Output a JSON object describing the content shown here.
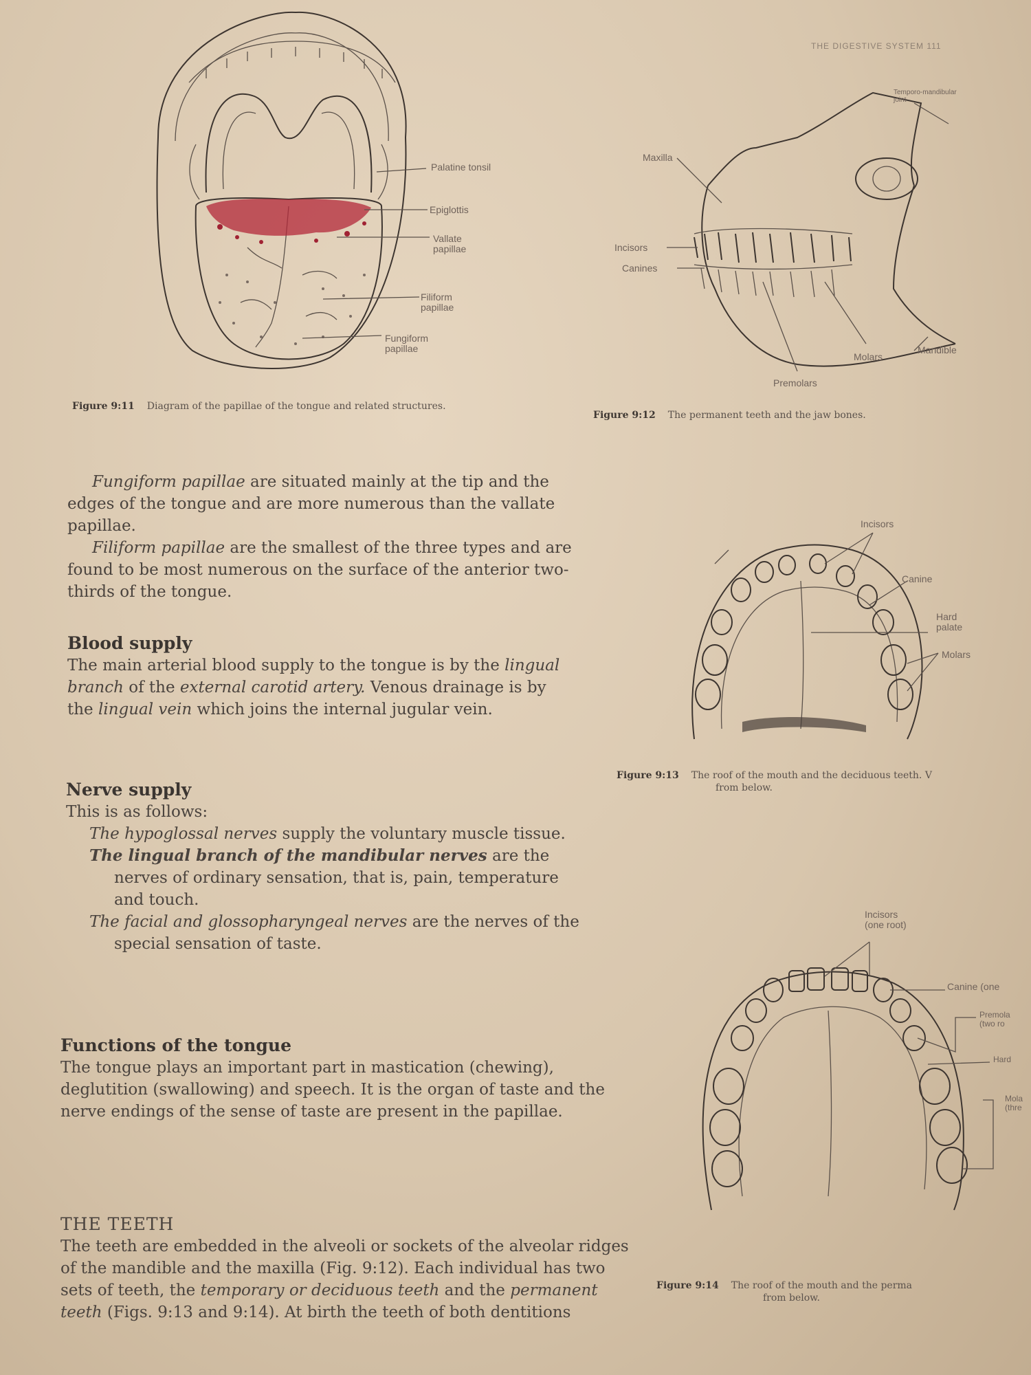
{
  "running_head": "THE DIGESTIVE SYSTEM 111",
  "fig911": {
    "labels": {
      "palatine_tonsil": "Palatine tonsil",
      "epiglottis": "Epiglottis",
      "vallate_papillae": "Vallate papillae",
      "filiform_papillae": "Filiform papillae",
      "fungiform_papillae": "Fungiform papillae"
    },
    "number": "Figure 9:11",
    "caption": "Diagram of the papillae of the tongue and related structures."
  },
  "fig912": {
    "labels": {
      "temporo_mandibular_joint": "Temporo-mandibular joint",
      "maxilla": "Maxilla",
      "incisors": "Incisors",
      "canines": "Canines",
      "molars": "Molars",
      "mandible": "Mandible",
      "premolars": "Premolars"
    },
    "number": "Figure 9:12",
    "caption": "The permanent teeth and the jaw bones."
  },
  "fig913": {
    "labels": {
      "incisors": "Incisors",
      "canine": "Canine",
      "hard_palate": "Hard palate",
      "molars": "Molars"
    },
    "number": "Figure 9:13",
    "caption": "The roof of the mouth and the deciduous teeth. V",
    "caption2": "from below."
  },
  "fig914": {
    "labels": {
      "incisors": "Incisors",
      "one_root": "(one root)",
      "canine": "Canine (one",
      "premolars": "Premola",
      "two_roots": "(two ro",
      "hard": "Hard",
      "molars": "Mola",
      "three": "(thre"
    },
    "number": "Figure 9:14",
    "caption": "The roof of the mouth and the perma",
    "caption2": "from below."
  },
  "text": {
    "p1_term": "Fungiform papillae",
    "p1_rest": " are situated mainly at the tip and the edges of the tongue and are more numerous than the vallate papillae.",
    "p2_term": "Filiform papillae",
    "p2_rest": " are the smallest of the three types and are found to be most numerous on the surface of the anterior two-thirds of the tongue.",
    "blood_heading": "Blood supply",
    "blood_1": "The main arterial blood supply to the tongue is by the ",
    "blood_term1": "lingual branch",
    "blood_2": " of the ",
    "blood_term2": "external carotid artery.",
    "blood_3": " Venous drainage is by the ",
    "blood_term3": "lingual vein",
    "blood_4": " which joins the internal jugular vein.",
    "nerve_heading": "Nerve supply",
    "nerve_intro": "This is as follows:",
    "n1_term": "The hypoglossal nerves",
    "n1_rest": " supply the voluntary muscle tissue.",
    "n2_term": "The lingual branch of the mandibular nerves",
    "n2_rest": " are the nerves of ordinary sensation, that is, pain, temperature and touch.",
    "n3_term": "The facial and glossopharyngeal nerves",
    "n3_rest": " are the nerves of the special sensation of taste.",
    "func_heading": "Functions of the tongue",
    "func_body": "The tongue plays an important part in mastication (chewing), deglutition (swallowing) and speech. It is the organ of taste and the nerve endings of the sense of taste are present in the papillae.",
    "teeth_heading": "THE TEETH",
    "teeth_1": "The teeth are embedded in the alveoli or sockets of the alveolar ridges of the mandible and the maxilla (Fig. 9:12). Each individual has two sets of teeth, the ",
    "teeth_term1": "temporary or deciduous teeth",
    "teeth_2": " and the ",
    "teeth_term2": "permanent teeth",
    "teeth_3": " (Figs. 9:13 and 9:14). At birth the teeth of both dentitions"
  }
}
